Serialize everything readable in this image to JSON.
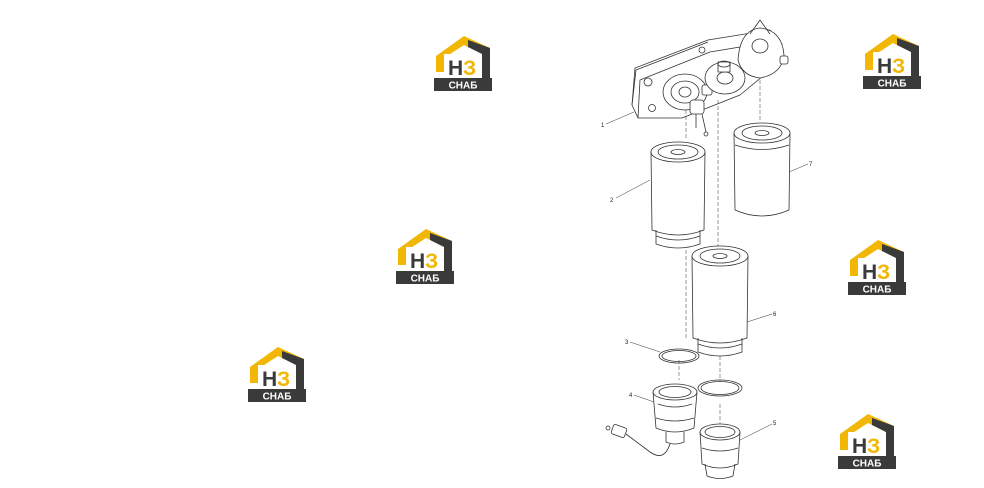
{
  "colors": {
    "logo_yellow": "#f2b705",
    "logo_dark": "#3a3a3a",
    "line": "#333333"
  },
  "logo": {
    "letters": "НЗ",
    "word": "СНАБ",
    "icon": "house-logo-icon"
  },
  "callouts": [
    "1",
    "2",
    "3",
    "4",
    "5",
    "6",
    "7"
  ],
  "parts": {
    "1": "filter-head-icon",
    "2": "fuel-filter-cartridge-icon",
    "3": "o-ring-icon",
    "4": "water-separator-bowl-with-sensor-icon",
    "5": "filter-bowl-icon",
    "6": "fuel-filter-cartridge-icon",
    "7": "fuel-filter-cartridge-icon"
  }
}
